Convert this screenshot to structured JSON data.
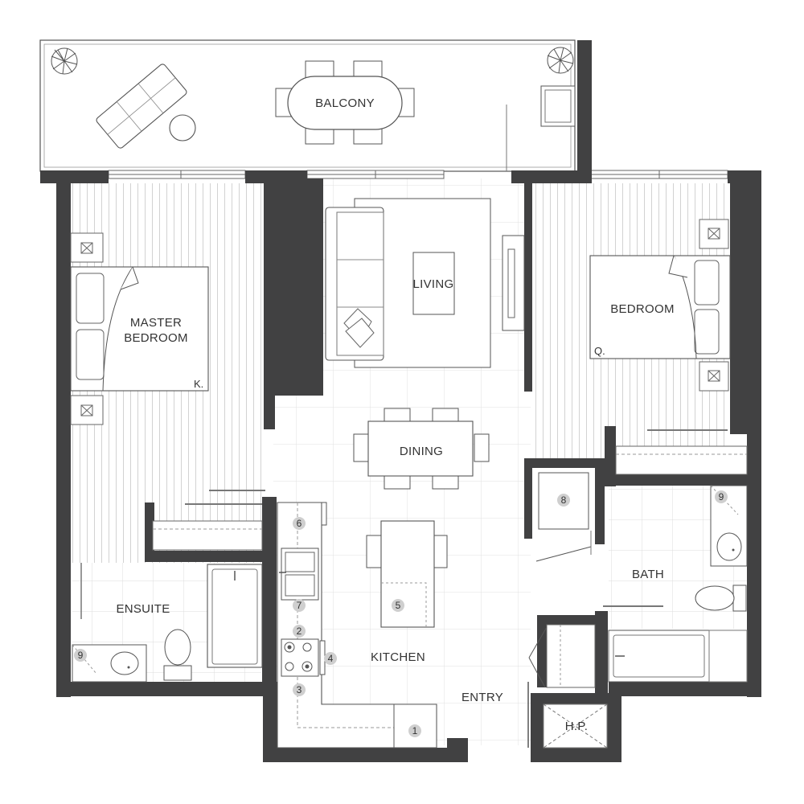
{
  "rooms": {
    "balcony": "BALCONY",
    "living": "LIVING",
    "master_line1": "MASTER",
    "master_line2": "BEDROOM",
    "bedroom": "BEDROOM",
    "dining": "DINING",
    "kitchen": "KITCHEN",
    "entry": "ENTRY",
    "bath": "BATH",
    "ensuite": "ENSUITE",
    "hp": "H.P."
  },
  "bed_sizes": {
    "master": "K.",
    "bedroom": "Q."
  },
  "markers": [
    "1",
    "2",
    "3",
    "4",
    "5",
    "6",
    "7",
    "8",
    "9",
    "9"
  ],
  "colors": {
    "wall": "#414142",
    "line": "#555555",
    "grid": "#dcdcdc",
    "marker": "#cfcfcf"
  }
}
